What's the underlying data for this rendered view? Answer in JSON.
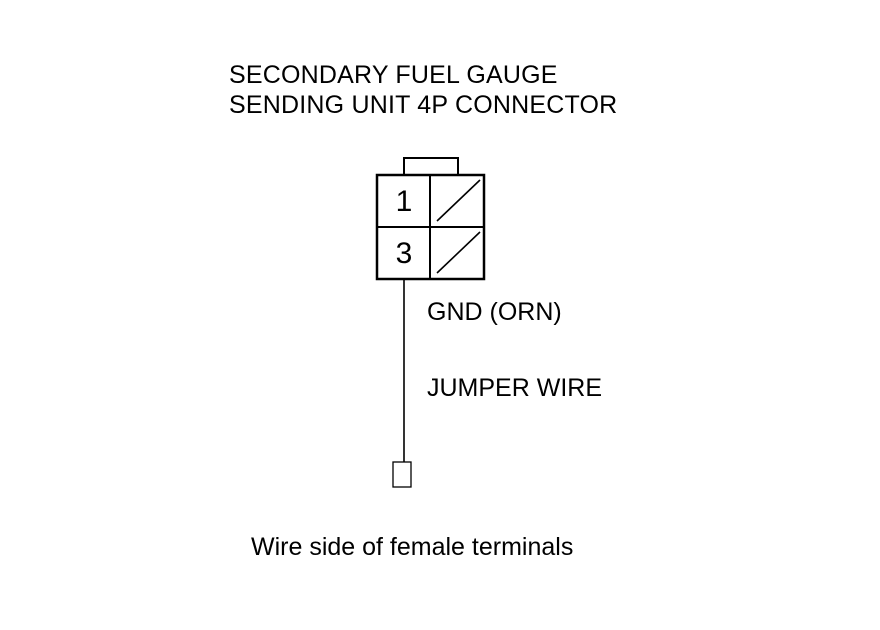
{
  "title": {
    "line1": "SECONDARY FUEL GAUGE",
    "line2": "SENDING UNIT 4P CONNECTOR"
  },
  "connector": {
    "pins": [
      {
        "number": "1"
      },
      {
        "number": "3"
      }
    ]
  },
  "labels": {
    "gnd": "GND (ORN)",
    "jumper": "JUMPER WIRE"
  },
  "footer": "Wire side of female terminals"
}
